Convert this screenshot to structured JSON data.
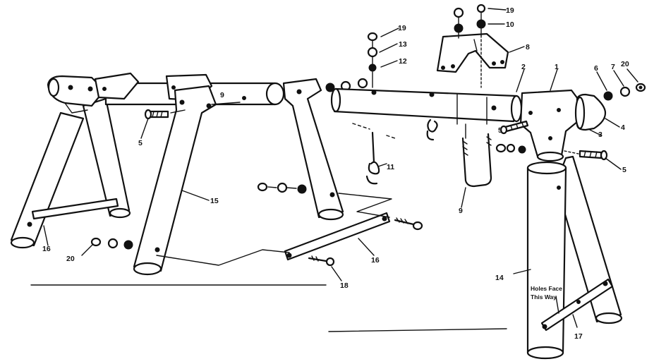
{
  "callouts": {
    "c1": "1",
    "c2": "2",
    "c3": "3",
    "c4": "4",
    "c5a": "5",
    "c5b": "5",
    "c5c": "5",
    "c6": "6",
    "c7": "7",
    "c8": "8",
    "c9": "9",
    "c10": "10",
    "c11": "11",
    "c12": "12",
    "c13": "13",
    "c14": "14",
    "c15": "15",
    "c16a": "16",
    "c16b": "16",
    "c17": "17",
    "c18": "18",
    "c19a": "19",
    "c19b": "19",
    "c20a": "20",
    "c20b": "20"
  },
  "note": {
    "line1": "Holes Face",
    "line2": "This Way"
  }
}
